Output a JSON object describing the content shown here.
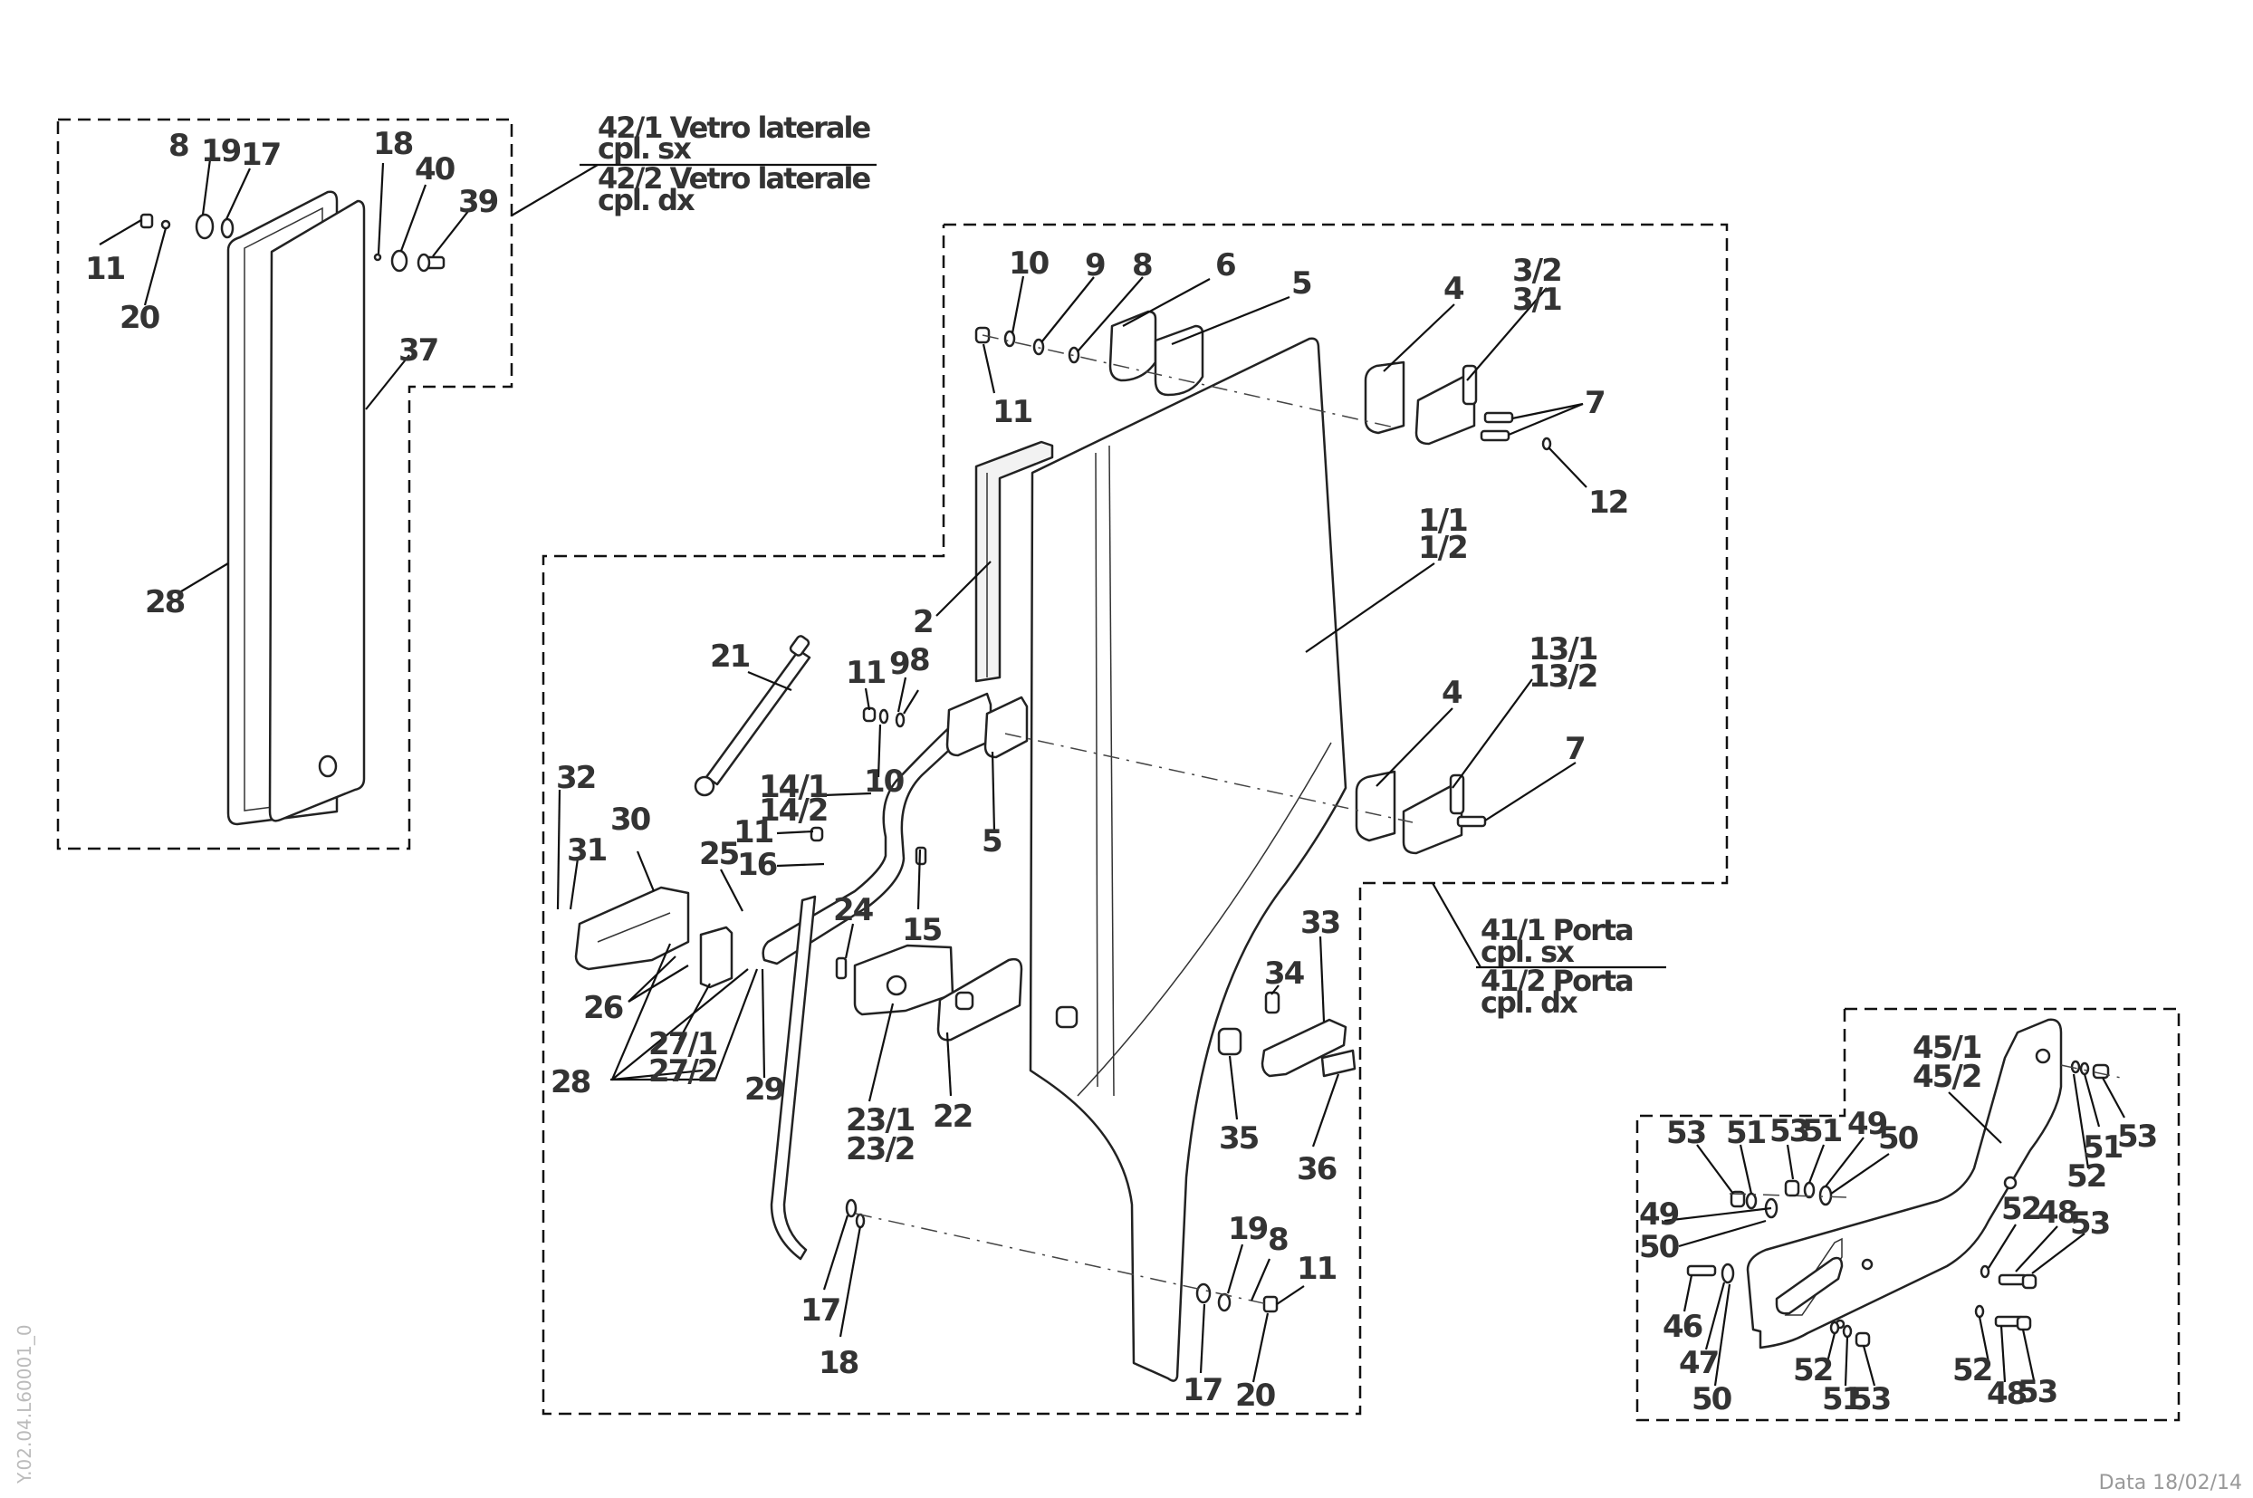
{
  "titles": {
    "vetro_sx_1": "42/1 Vetro laterale",
    "vetro_sx_2": "cpl. sx",
    "vetro_dx_1": "42/2 Vetro laterale",
    "vetro_dx_2": "cpl. dx",
    "porta_sx_1": "41/1 Porta",
    "porta_sx_2": "cpl. sx",
    "porta_dx_1": "41/2 Porta",
    "porta_dx_2": "cpl. dx"
  },
  "drawing_code": "Y.02.04.L60001_0",
  "date_text": "Data 18/02/14",
  "callouts": {
    "a8": "8",
    "a19": "19",
    "a17": "17",
    "a18": "18",
    "a40": "40",
    "a39": "39",
    "a11": "11",
    "a20": "20",
    "a37": "37",
    "a28": "28",
    "b10": "10",
    "b9": "9",
    "b8": "8",
    "b6": "6",
    "b5": "5",
    "b4": "4",
    "b32": "3/2",
    "b31": "3/1",
    "b7": "7",
    "b11": "11",
    "b12": "12",
    "b1a": "1/1",
    "b1b": "1/2",
    "b2": "2",
    "b4b": "4",
    "b13a": "13/1",
    "b13b": "13/2",
    "b7b": "7",
    "b21": "21",
    "b11b": "11",
    "b9b": "9",
    "b8b": "8",
    "b10b": "10",
    "b14a": "14/1",
    "b14b": "14/2",
    "b11c": "11",
    "b16": "16",
    "b5b": "5",
    "b32n": "32",
    "b31n": "31",
    "b30": "30",
    "b25": "25",
    "b24": "24",
    "b15": "15",
    "b26": "26",
    "b27a": "27/1",
    "b27b": "27/2",
    "b28": "28",
    "b29": "29",
    "b23a": "23/1",
    "b23b": "23/2",
    "b22": "22",
    "b33": "33",
    "b34": "34",
    "b35": "35",
    "b36": "36",
    "b19": "19",
    "b8c": "8",
    "b11d": "11",
    "b17": "17",
    "b18": "18",
    "b17b": "17",
    "b20": "20",
    "c45a": "45/1",
    "c45b": "45/2",
    "c53a": "53",
    "c51a": "51",
    "c53b": "53",
    "c51b": "51",
    "c49a": "49",
    "c50a": "50",
    "c49b": "49",
    "c50b": "50",
    "c52a": "52",
    "c51c": "51",
    "c53c": "53",
    "c52b": "52",
    "c48a": "48",
    "c53d": "53",
    "c46": "46",
    "c47": "47",
    "c50c": "50",
    "c52c": "52",
    "c51d": "51",
    "c53e": "53",
    "c52d": "52",
    "c48b": "48",
    "c53f": "53"
  }
}
